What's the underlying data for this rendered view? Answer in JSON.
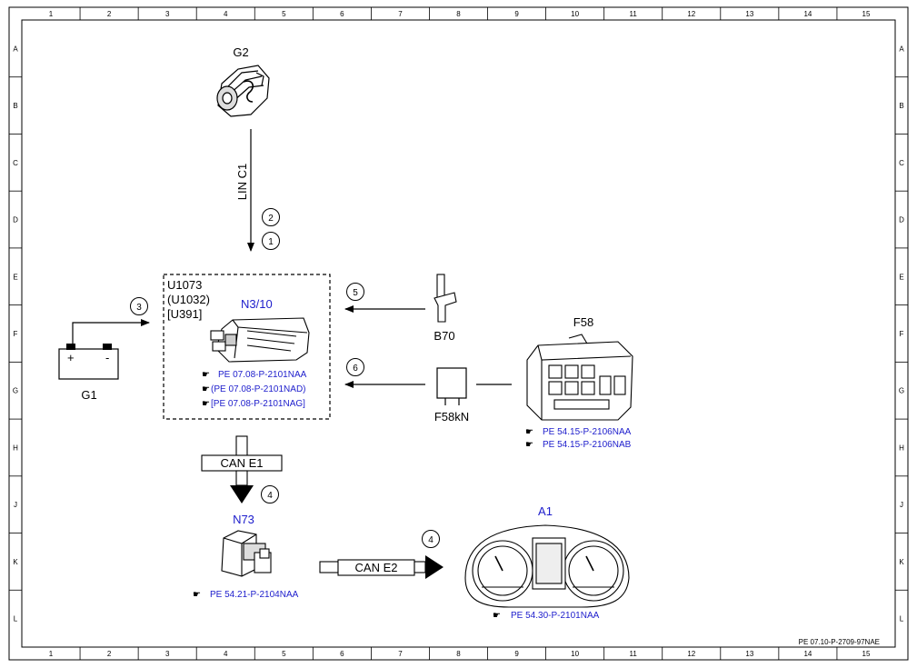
{
  "grid": {
    "columns": [
      "1",
      "2",
      "3",
      "4",
      "5",
      "6",
      "7",
      "8",
      "9",
      "10",
      "11",
      "12",
      "13",
      "14",
      "15"
    ],
    "rows": [
      "A",
      "B",
      "C",
      "D",
      "E",
      "F",
      "G",
      "H",
      "J",
      "K",
      "L"
    ]
  },
  "components": {
    "g2": "G2",
    "n310": "N3/10",
    "g1": "G1",
    "b70": "B70",
    "f58": "F58",
    "f58kn": "F58kN",
    "n73": "N73",
    "a1": "A1"
  },
  "n310_codes": [
    "U1073",
    "(U1032)",
    "[U391]"
  ],
  "n310_refs": [
    "PE 07.08-P-2101NAA",
    "(PE 07.08-P-2101NAD)",
    "[PE 07.08-P-2101NAG]"
  ],
  "f58_refs": [
    "PE 54.15-P-2106NAA",
    "PE 54.15-P-2106NAB"
  ],
  "n73_ref": "PE 54.21-P-2104NAA",
  "a1_ref": "PE 54.30-P-2101NAA",
  "buses": {
    "lin": "LIN C1",
    "can_e1": "CAN E1",
    "can_e2": "CAN E2"
  },
  "signals": {
    "s1": "1",
    "s2": "2",
    "s3": "3",
    "s4a": "4",
    "s4b": "4",
    "s5": "5",
    "s6": "6"
  },
  "battery": {
    "plus": "+",
    "minus": "-"
  },
  "doc_id": "PE 07.10-P-2709-97NAE",
  "colors": {
    "reference": "#1d1dcc",
    "line": "#000000"
  },
  "icons": {
    "reference": "pointing-hand-icon"
  }
}
